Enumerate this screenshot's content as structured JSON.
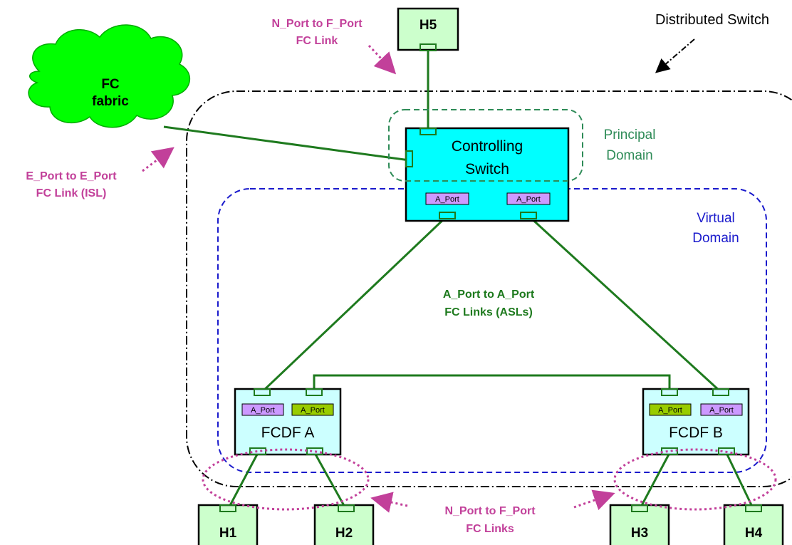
{
  "labels": {
    "distributed_switch": "Distributed Switch",
    "principal_domain_1": "Principal",
    "principal_domain_2": "Domain",
    "virtual_domain_1": "Virtual",
    "virtual_domain_2": "Domain",
    "n_to_f_top_1": "N_Port to F_Port",
    "n_to_f_top_2": "FC Link",
    "e_to_e_1": "E_Port to E_Port",
    "e_to_e_2": "FC Link (ISL)",
    "a_to_a_1": "A_Port to A_Port",
    "a_to_a_2": "FC Links (ASLs)",
    "n_to_f_bottom_1": "N_Port to F_Port",
    "n_to_f_bottom_2": "FC Links"
  },
  "fc_fabric": {
    "line1": "FC",
    "line2": "fabric"
  },
  "controlling_switch": {
    "line1": "Controlling",
    "line2": "Switch",
    "port_left": "A_Port",
    "port_right": "A_Port"
  },
  "fcdf_a": {
    "label": "FCDF A",
    "port_left": "A_Port",
    "port_right": "A_Port"
  },
  "fcdf_b": {
    "label": "FCDF B",
    "port_left": "A_Port",
    "port_right": "A_Port"
  },
  "hosts": {
    "h1": "H1",
    "h2": "H2",
    "h3": "H3",
    "h4": "H4",
    "h5": "H5"
  },
  "colors": {
    "link_green": "#1e7a1e",
    "annotation_magenta": "#c2409a",
    "principal_green": "#2e8b57",
    "virtual_blue": "#1a1acc",
    "switch_cyan": "#00ffff",
    "fcdf_light_cyan": "#ccffff",
    "host_light_green": "#ccffcc",
    "cloud_green": "#00ff00",
    "port_purple": "#cc99ff",
    "port_olive": "#99cc00"
  }
}
